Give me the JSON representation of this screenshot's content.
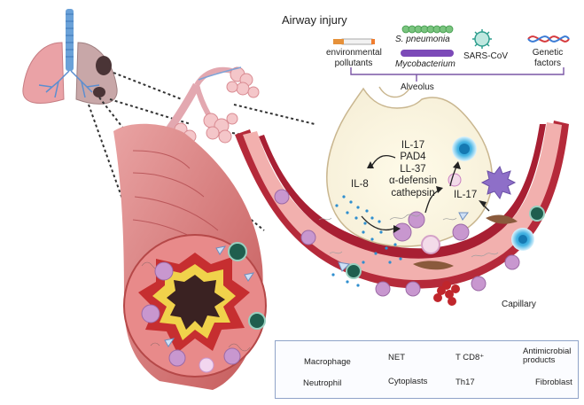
{
  "header": {
    "title": "Airway injury",
    "causes": [
      {
        "label": "environmental pollutants",
        "icon": "cigarette-icon"
      },
      {
        "label": "S. pneumonia",
        "icon": "streptococcus-chain-icon"
      },
      {
        "label": "Mycobacterium",
        "icon": "rod-bacterium-icon"
      },
      {
        "label": "SARS-CoV",
        "icon": "coronavirus-icon"
      },
      {
        "label": "Genetic factors",
        "icon": "dna-helix-icon"
      }
    ]
  },
  "alveolus": {
    "label": "Alveolus",
    "mediators": [
      "IL-17",
      "PAD4",
      "LL-37",
      "α-defensin",
      "cathepsin"
    ],
    "il8_label": "IL-8",
    "il17_label": "IL-17"
  },
  "capillary_label": "Capillary",
  "legend": [
    {
      "label": "Macrophage",
      "icon": "macrophage-icon"
    },
    {
      "label": "NET",
      "icon": "net-icon"
    },
    {
      "label": "T CD8⁺",
      "icon": "t-cd8-icon"
    },
    {
      "label": "Antimicrobial products",
      "icon": "antimicrobial-triangle-icon"
    },
    {
      "label": "Neutrophil",
      "icon": "neutrophil-icon"
    },
    {
      "label": "Cytoplasts",
      "icon": "cytoplast-icon"
    },
    {
      "label": "Th17",
      "icon": "th17-icon"
    },
    {
      "label": "Fibroblast",
      "icon": "fibroblast-icon"
    }
  ],
  "colors": {
    "tissue": "#e59a9a",
    "vessel": "#b52a3a",
    "macrophage": "#8e6fc8",
    "neutrophil": "#c97fc0",
    "tcd8": "#1f5e4e",
    "th17": "#3aa8d8",
    "legend_border": "#8fa3c8"
  }
}
